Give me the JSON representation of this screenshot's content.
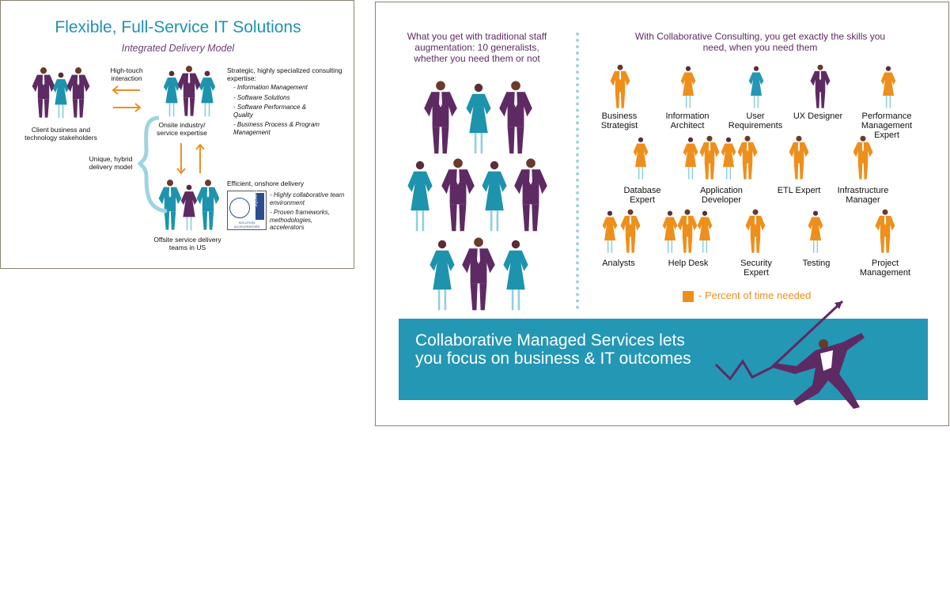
{
  "left": {
    "title": "Flexible, Full-Service IT Solutions",
    "subtitle": "Integrated Delivery Model",
    "client_label": "Client business and technology stakeholders",
    "high_touch": "High-touch interaction",
    "onsite_label": "Onsite industry/ service expertise",
    "strategic_heading": "Strategic, highly specialized consulting expertise:",
    "strategic_items": [
      "- Information Management",
      "- Software Solutions",
      "- Software Performance & Quality",
      "- Business Process & Program Management"
    ],
    "hybrid_label": "Unique, hybrid delivery model",
    "efficient_heading": "Efficient, onshore delivery",
    "efficient_items": [
      "- Highly collaborative team environment",
      "- Proven frameworks, methodologies, accelerators"
    ],
    "offsite_label": "Offsite service delivery teams in US",
    "logo_text": "SQUARED",
    "logo_sub": "SOLUTION ACCELERATORS"
  },
  "right": {
    "traditional_heading": "What you get with traditional staff augmentation: 10 generalists, whether you need them or not",
    "collab_heading": "With Collaborative Consulting, you get exactly the skills you need, when you need them",
    "roles": [
      "Business Strategist",
      "Information Architect",
      "User Requirements",
      "UX Designer",
      "Performance Management Expert",
      "Database Expert",
      "Application Developer",
      "ETL Expert",
      "Infrastructure Manager",
      "Analysts",
      "Help Desk",
      "Security Expert",
      "Testing",
      "Project Management"
    ],
    "legend_text": "- Percent of time needed",
    "banner_text": "Collaborative Managed Services lets you focus on business & IT outcomes"
  },
  "colors": {
    "teal": "#1e93ad",
    "purple": "#5e2a63",
    "orange": "#ee8f1c",
    "banner": "#2397b4"
  }
}
